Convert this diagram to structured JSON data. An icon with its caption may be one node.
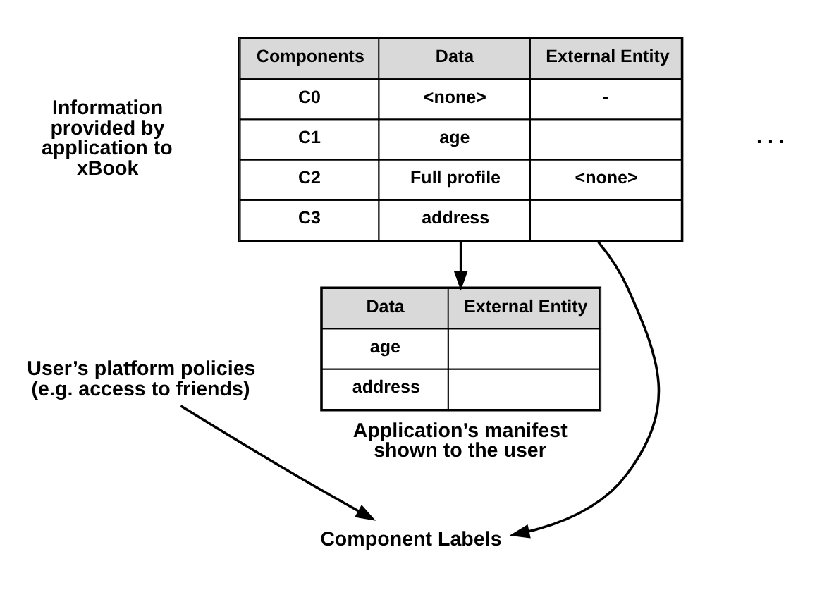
{
  "diagram": {
    "nodes": [
      {
        "text": [
          "Components",
          "Data",
          "External Entity",
          "C0",
          "<none>",
          "-",
          "C1",
          "age",
          "C2",
          "Full profile",
          "<none>",
          "C3",
          "address"
        ]
      },
      {
        "text": [
          "Data",
          "External Entity",
          "age",
          "address"
        ],
        "beside": [
          "Application’s manifest shown to the user"
        ]
      },
      {
        "text": [
          "User’s platform policies (e.g. access to friends)"
        ]
      },
      {
        "text": [
          "Component Labels"
        ]
      }
    ],
    "edges": [
      {
        "from": 0,
        "to": 1,
        "arrow": "to"
      },
      {
        "from": 0,
        "to": 3,
        "arrow": "to"
      },
      {
        "from": 2,
        "to": 3,
        "arrow": "to"
      }
    ],
    "labels": [
      "Information provided by application to xBook",
      ". . ."
    ]
  }
}
